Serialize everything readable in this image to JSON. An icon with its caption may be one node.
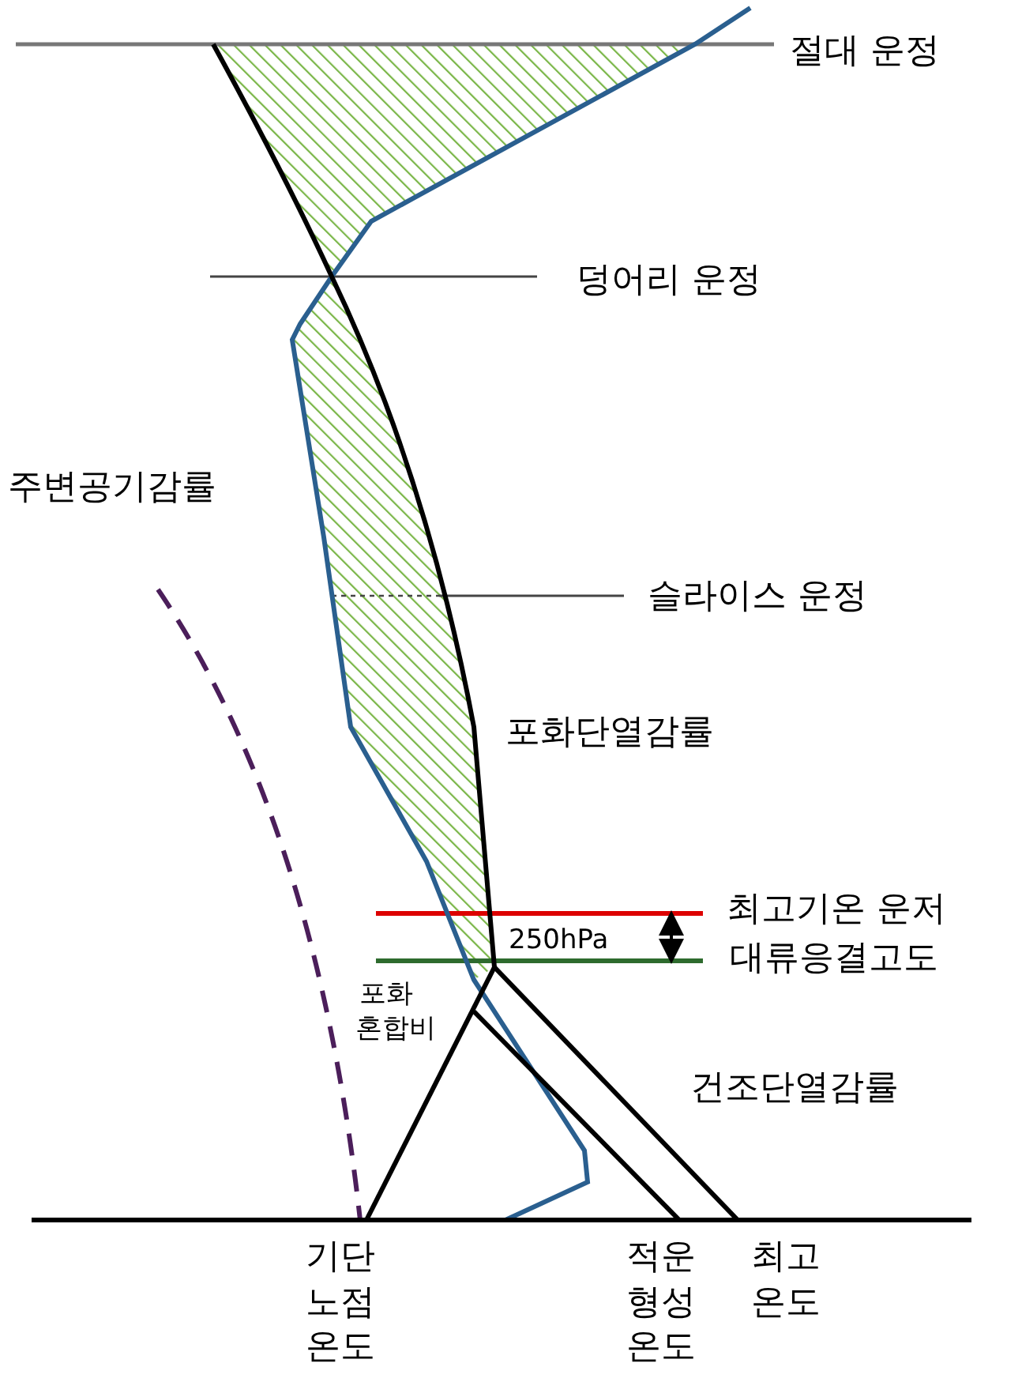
{
  "diagram": {
    "labels": [
      "절대 운정",
      "덩어리 운정",
      "주변공기감률",
      "슬라이스 운정",
      "포화단열감률",
      "최고기온 운저",
      "250hPa",
      "대류응결고도",
      "포화 혼합비",
      "건조단열감률",
      "기단 노점 온도",
      "적운 형성 온도",
      "최고 온도"
    ]
  }
}
